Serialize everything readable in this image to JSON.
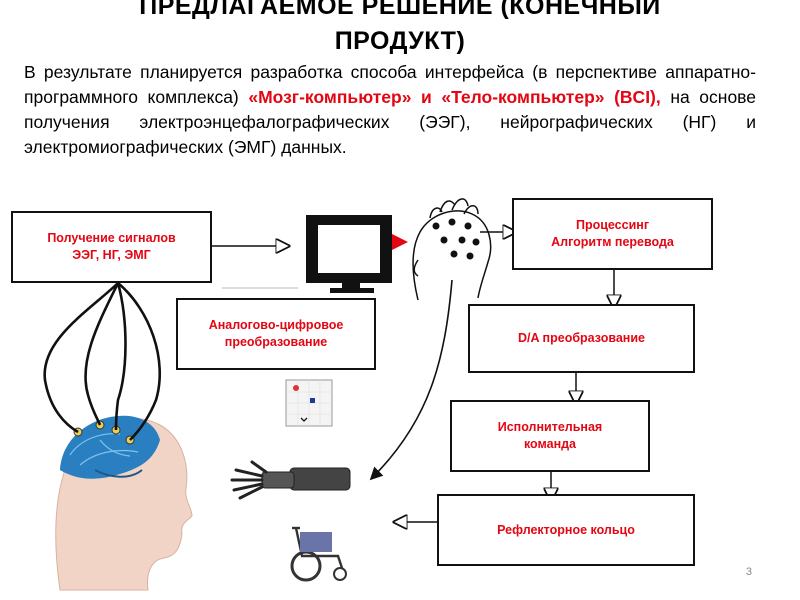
{
  "title": {
    "line1": "ПРЕДЛАГАЕМОЕ РЕШЕНИЕ (КОНЕЧНЫЙ",
    "line2": "ПРОДУКТ)"
  },
  "paragraph": {
    "part1": "В результате планируется разработка способа интерфейса (в перспективе аппаратно-программного комплекса) ",
    "bci1": "«Мозг-компьютер» и «Тело-компьютер» (BCI),",
    "part2": " на основе получения электроэнцефалографических (ЭЭГ), нейрографических (НГ) и электромиографических (ЭМГ) данных."
  },
  "boxes": {
    "signals_line1": "Получение сигналов",
    "signals_line2": "ЭЭГ, НГ, ЭМГ",
    "adc_line1": "Аналогово-цифровое",
    "adc_line2": "преобразование",
    "processing_line1": "Процессинг",
    "processing_line2": "Алгоритм перевода",
    "da": "D/A преобразование",
    "exec_line1": "Исполнительная",
    "exec_line2": "команда",
    "reflex": "Рефлекторное кольцо"
  },
  "page_number": "3",
  "colors": {
    "accent": "#e30613",
    "border": "#111111",
    "brain": "#2a7fc0"
  },
  "icons": [
    "monitor-icon",
    "head-electrodes-icon",
    "brain-head-icon",
    "robot-arm-icon",
    "wheelchair-icon",
    "grid-screen-icon"
  ]
}
